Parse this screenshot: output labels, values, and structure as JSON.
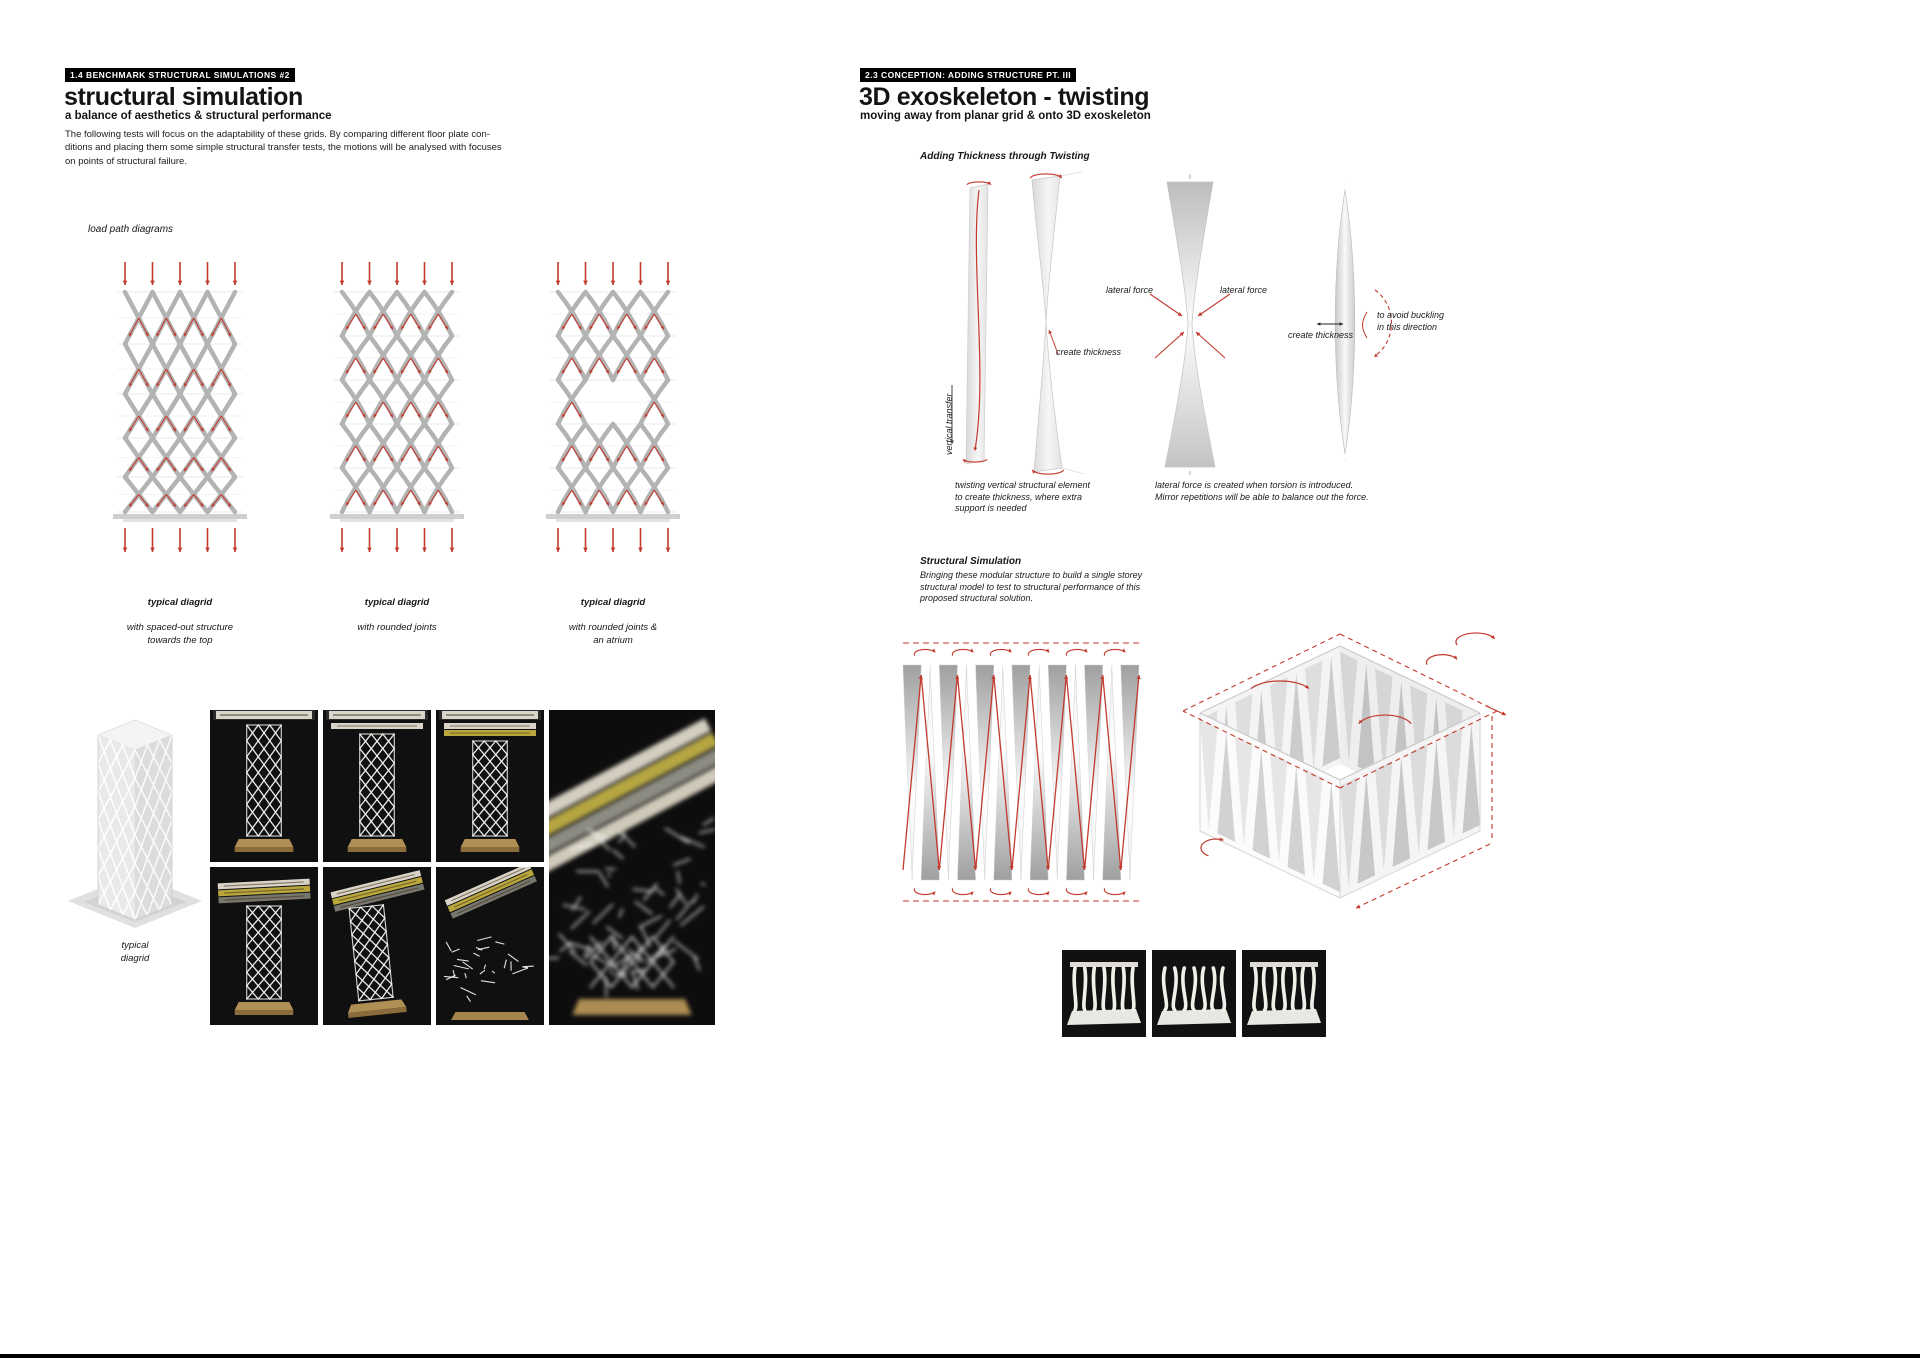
{
  "page_left": {
    "tag": "1.4 BENCHMARK STRUCTURAL SIMULATIONS #2",
    "title": "structural simulation",
    "subtitle": "a balance of aesthetics & structural performance",
    "intro": "The following tests will focus on the adaptability of these grids. By comparing different floor plate con-\nditions and placing them some simple structural transfer tests, the motions will be analysed with focuses\non points of structural failure.",
    "load_path_label": "load path diagrams",
    "diagrams": [
      {
        "caption_title": "typical diagrid",
        "caption_sub": "with spaced-out structure\ntowards the top"
      },
      {
        "caption_title": "typical diagrid",
        "caption_sub": "with rounded joints"
      },
      {
        "caption_title": "typical diagrid",
        "caption_sub": "with rounded joints &\nan atrium"
      }
    ],
    "render_caption": "typical\ndiagrid"
  },
  "page_right": {
    "tag": "2.3 CONCEPTION: ADDING STRUCTURE PT. III",
    "title": "3D exoskeleton - twisting",
    "subtitle": "moving away from planar grid & onto 3D exoskeleton",
    "section1_heading": "Adding Thickness through Twisting",
    "annotations": {
      "vertical_transfer": "vertical transfer",
      "create_thickness_1": "create thickness",
      "lateral_force_left": "lateral force",
      "lateral_force_right": "lateral force",
      "create_thickness_2": "create thickness",
      "avoid_buckling": "to avoid buckling\nin this direction"
    },
    "caption1": "twisting vertical structural element\nto create thickness, where extra\nsupport is needed",
    "caption2": "lateral force is created when torsion is introduced.\nMirror repetitions will be able to balance out the force.",
    "section2_heading": "Structural Simulation",
    "section2_text": "Bringing these modular structure to build a single storey\nstructural model to test to structural performance of this\nproposed structural solution."
  },
  "colors": {
    "accent_red": "#c23a2e",
    "lattice_gray": "#b3b3b3",
    "wood": "#ad8c52",
    "photo_bg": "#101010"
  }
}
